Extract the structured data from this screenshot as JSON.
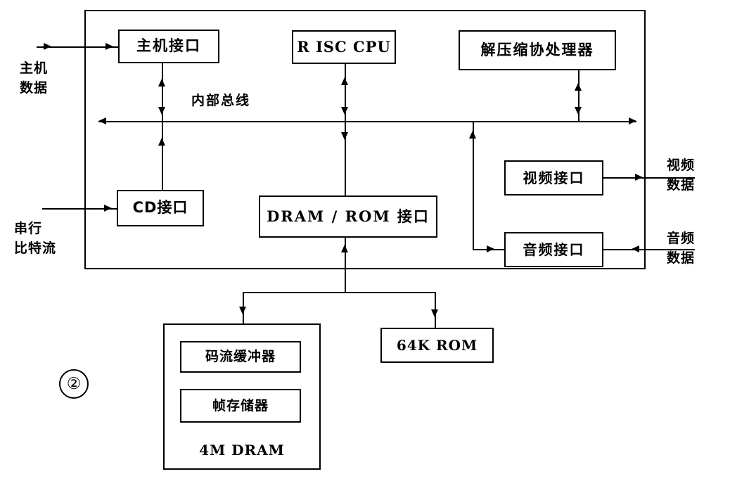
{
  "figure": {
    "number": "②",
    "bus_label": "内部总线"
  },
  "chip_blocks": [
    {
      "id": "host-interface",
      "label": "主机接口",
      "script": "cn"
    },
    {
      "id": "risc-cpu",
      "label": "R ISC  CPU",
      "script": "lat"
    },
    {
      "id": "decompression-coprocessor",
      "label": "解压缩协处理器",
      "script": "cn"
    },
    {
      "id": "cd-interface",
      "label": "CD接口",
      "script": "mix"
    },
    {
      "id": "dram-rom-interface",
      "label": "DRAM / ROM  接口",
      "script": "mix"
    },
    {
      "id": "video-interface",
      "label": "视频接口",
      "script": "cn"
    },
    {
      "id": "audio-interface",
      "label": "音频接口",
      "script": "cn"
    }
  ],
  "memory_blocks": [
    {
      "id": "dram",
      "label": "4M  DRAM",
      "script": "lat"
    },
    {
      "id": "stream-buffer",
      "label": "码流缓冲器",
      "script": "cn"
    },
    {
      "id": "frame-store",
      "label": "帧存储器",
      "script": "cn"
    },
    {
      "id": "rom",
      "label": "64K  ROM",
      "script": "lat"
    }
  ],
  "io_labels": [
    {
      "id": "host-data",
      "line1": "主机",
      "line2": "数据"
    },
    {
      "id": "serial-bits",
      "line1": "串行",
      "line2": "比特流"
    },
    {
      "id": "video-data",
      "line1": "视频",
      "line2": "数据"
    },
    {
      "id": "audio-data",
      "line1": "音频",
      "line2": "数据"
    }
  ],
  "colors": {
    "ink": "#000000",
    "paper": "#ffffff"
  }
}
